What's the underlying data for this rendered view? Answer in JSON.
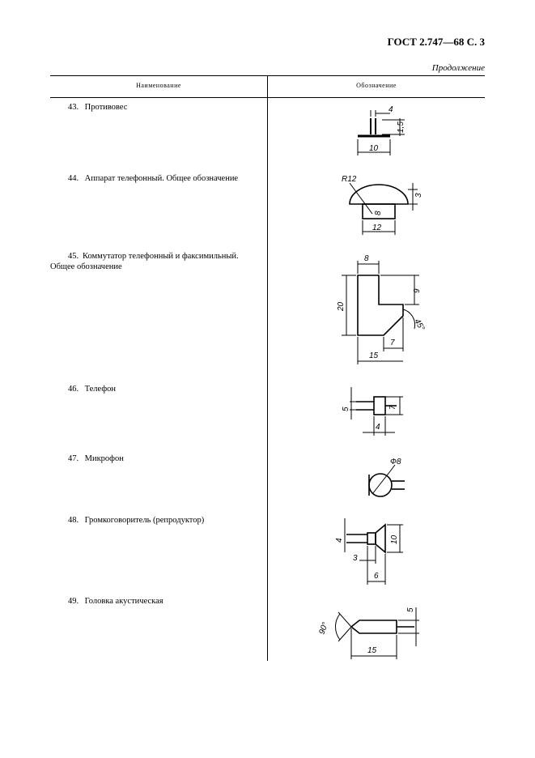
{
  "page": {
    "header": "ГОСТ 2.747—68 С. 3",
    "continuation": "Продолжение"
  },
  "table": {
    "col_name": "Наименование",
    "col_symbol": "Обозначение"
  },
  "items": [
    {
      "num": "43.",
      "text": "Противовес",
      "dims": [
        "4",
        "1,5",
        "10"
      ]
    },
    {
      "num": "44.",
      "text": "Аппарат телефонный. Общее обозначение",
      "dims": [
        "R12",
        "8",
        "3",
        "12"
      ]
    },
    {
      "num": "45.",
      "text": "Коммутатор телефонный и факсимильный.",
      "text2": "Общее обозначение",
      "dims": [
        "8",
        "9",
        "20",
        "45°",
        "7",
        "15"
      ]
    },
    {
      "num": "46.",
      "text": "Телефон",
      "dims": [
        "5",
        "7",
        "4"
      ]
    },
    {
      "num": "47.",
      "text": "Микрофон",
      "dims": [
        "Ф8"
      ]
    },
    {
      "num": "48.",
      "text": "Громкоговоритель (репродуктор)",
      "dims": [
        "4",
        "10",
        "3",
        "6"
      ]
    },
    {
      "num": "49.",
      "text": "Головка акустическая",
      "dims": [
        "90°",
        "5",
        "15"
      ]
    }
  ]
}
